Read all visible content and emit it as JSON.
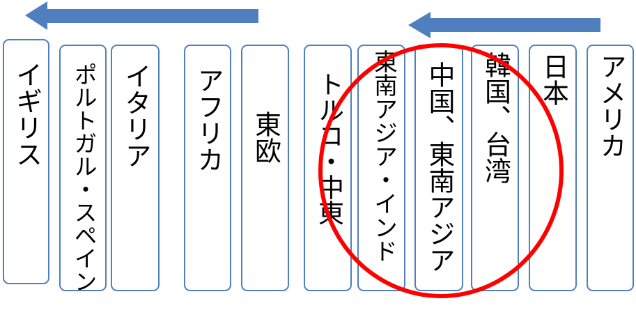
{
  "colors": {
    "box_border": "#4f7fbf",
    "arrow_fill": "#4f7fbf",
    "highlight": "#ff0000"
  },
  "columns": [
    {
      "id": "uk",
      "label": "イギリス"
    },
    {
      "id": "portugal-spain",
      "label": "ポルトガル・スペイン"
    },
    {
      "id": "italy",
      "label": "イタリア"
    },
    {
      "id": "africa",
      "label": "アフリカ"
    },
    {
      "id": "eastern-europe",
      "label": "東欧"
    },
    {
      "id": "turkey-middle-east",
      "label": "トルコ・中東"
    },
    {
      "id": "southeast-asia-india",
      "label": "東南アジア・インド"
    },
    {
      "id": "china-southeast-asia",
      "label": "中国、東南アジア"
    },
    {
      "id": "korea-taiwan",
      "label": "韓国、台湾"
    },
    {
      "id": "japan",
      "label": "日本"
    },
    {
      "id": "usa",
      "label": "アメリカ"
    }
  ],
  "arrows": [
    {
      "name": "arrow-left-long",
      "icon": "left-arrow"
    },
    {
      "name": "arrow-left-short",
      "icon": "left-arrow"
    }
  ]
}
